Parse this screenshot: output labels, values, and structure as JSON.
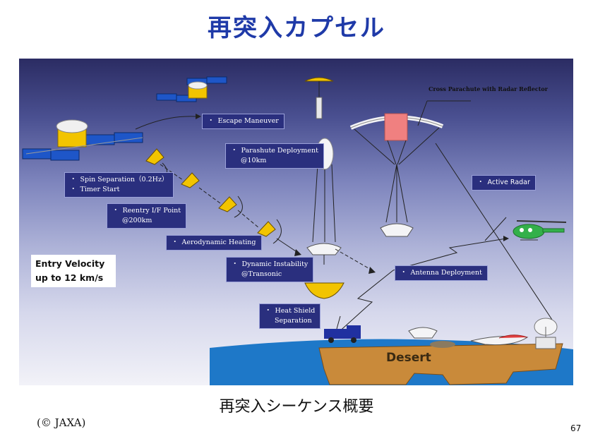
{
  "title": "再突入カプセル",
  "caption": "再突入シーケンス概要",
  "copyright": "(© JAXA)",
  "page_number": "67",
  "diagram": {
    "cross_parachute_label": "Cross Parachute with Radar Reflector",
    "desert_label": "Desert",
    "entry_velocity": [
      "Entry Velocity",
      "up to 12 km/s"
    ],
    "labels": {
      "escape": [
        "Escape Maneuver"
      ],
      "spin": [
        "Spin Separation（0.2Hz）",
        "Timer Start"
      ],
      "reentry": [
        "Reentry I/F Point",
        "@200km"
      ],
      "heating": [
        "Aerodynamic Heating"
      ],
      "parachute": [
        "Parashute Deployment",
        "@10km"
      ],
      "instability": [
        "Dynamic Instability",
        "@Transonic"
      ],
      "heatshield": [
        "Heat Shield",
        "Separation"
      ],
      "antenna": [
        "Antenna Deployment"
      ],
      "radar": [
        "Active Radar"
      ]
    },
    "colors": {
      "label_bg": "#2a2f7e",
      "capsule": "#f2c400",
      "solar_panel": "#1e56c8",
      "desert": "#c98a3a",
      "sea": "#1e78c8",
      "helicopter": "#33b04a",
      "truck": "#2030a0",
      "reflector": "#f08080"
    }
  }
}
